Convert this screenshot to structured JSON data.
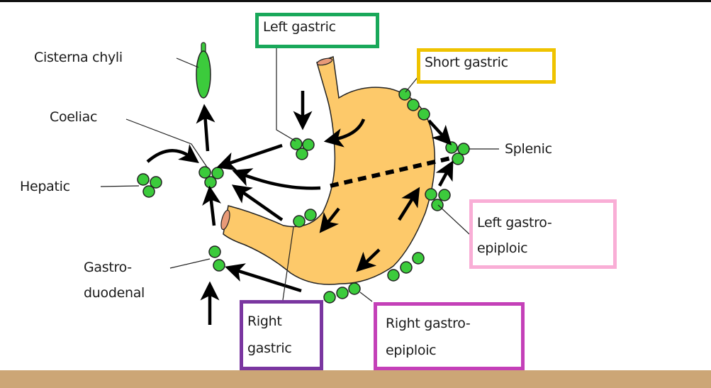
{
  "diagram": {
    "subject": "Lymphatic drainage of the stomach",
    "colors": {
      "stomach_fill": "#fdc96a",
      "node_fill": "#3ccb3c",
      "lumen": "#e89a78",
      "bottom_bar": "#cca676",
      "left_gastric_border": "#19a85a",
      "short_gastric_border": "#efc300",
      "left_gastroepiploic_border": "#f9aed6",
      "right_gastric_border": "#7a36a0",
      "right_gastroepiploic_border": "#c440b8"
    },
    "labels": {
      "cisterna_chyli": "Cisterna chyli",
      "coeliac": "Coeliac",
      "hepatic": "Hepatic",
      "gastroduodenal_line1": "Gastro-",
      "gastroduodenal_line2": "duodenal",
      "splenic": "Splenic"
    },
    "boxed_labels": {
      "left_gastric": "Left gastric",
      "short_gastric": "Short gastric",
      "left_gastroepiploic_line1": "Left gastro-",
      "left_gastroepiploic_line2": "epiploic",
      "right_gastric_line1": "Right",
      "right_gastric_line2": "gastric",
      "right_gastroepiploic_line1": "Right gastro-",
      "right_gastroepiploic_line2": "epiploic"
    }
  }
}
